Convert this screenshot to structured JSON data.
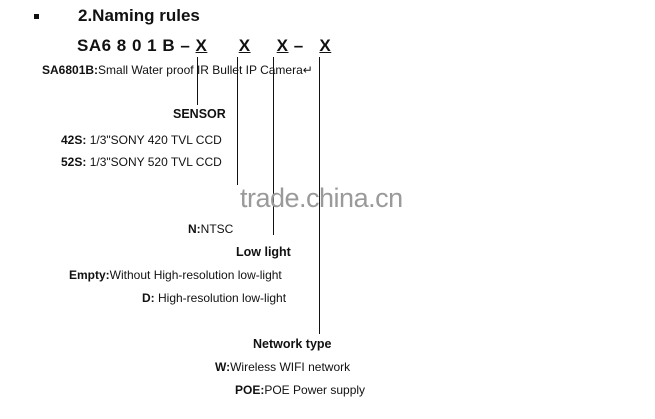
{
  "heading": "2.Naming rules",
  "model": {
    "prefix": "SA6 8 0 1 B –",
    "x1": "X",
    "x2": "X",
    "x3": "X",
    "sep": "–",
    "x4": "X"
  },
  "description": {
    "key": "SA6801B:",
    "value": "Small Water proof IR Bullet IP Camera↵"
  },
  "sensor": {
    "title": "SENSOR",
    "options": [
      {
        "key": "42S:",
        "value": " 1/3\"SONY 420 TVL CCD"
      },
      {
        "key": "52S:",
        "value": " 1/3\"SONY 520 TVL CCD"
      }
    ]
  },
  "video": {
    "options": [
      {
        "key": "N:",
        "value": "NTSC"
      }
    ]
  },
  "low_light": {
    "title": "Low light",
    "options": [
      {
        "key": "Empty:",
        "value": "Without High-resolution low-light"
      },
      {
        "key": "D:",
        "value": " High-resolution low-light"
      }
    ]
  },
  "network": {
    "title": "Network type",
    "options": [
      {
        "key": "W:",
        "value": "Wireless WIFI network"
      },
      {
        "key": "POE:",
        "value": "POE Power supply"
      }
    ]
  },
  "watermark": "trade.china.cn"
}
